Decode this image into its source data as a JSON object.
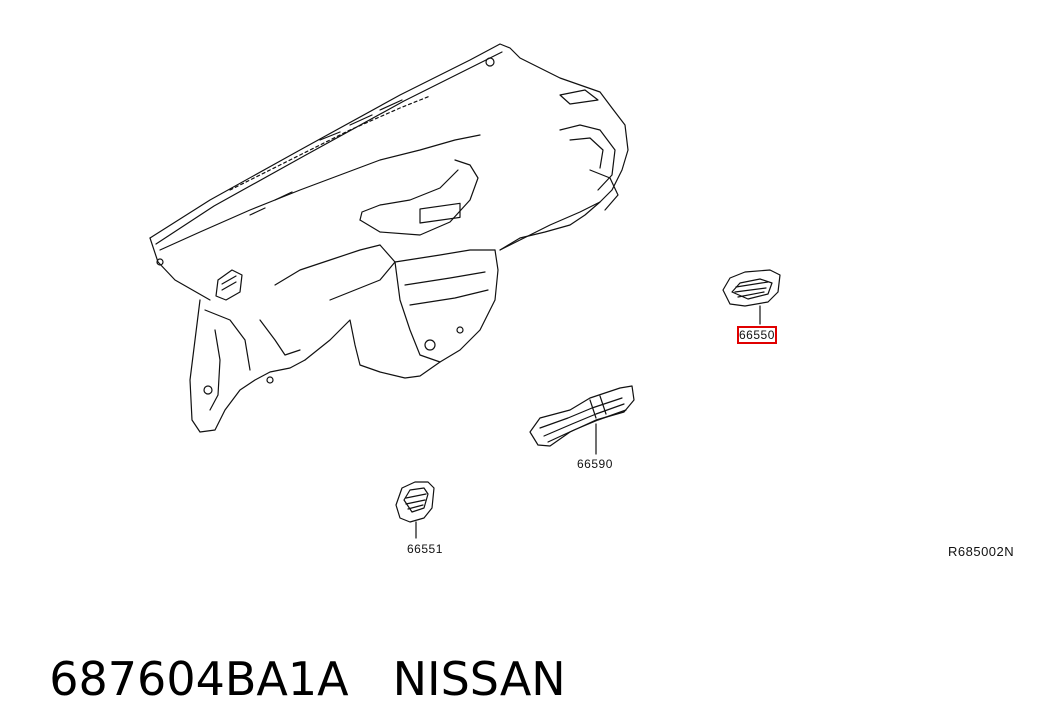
{
  "callouts": {
    "vent_side_right": "66550",
    "vent_center": "66590",
    "vent_side_left": "66551"
  },
  "reference_code": "R685002N",
  "caption": {
    "part_number": "687604BA1A",
    "brand": "NISSAN"
  },
  "highlight_color": "#e00000"
}
